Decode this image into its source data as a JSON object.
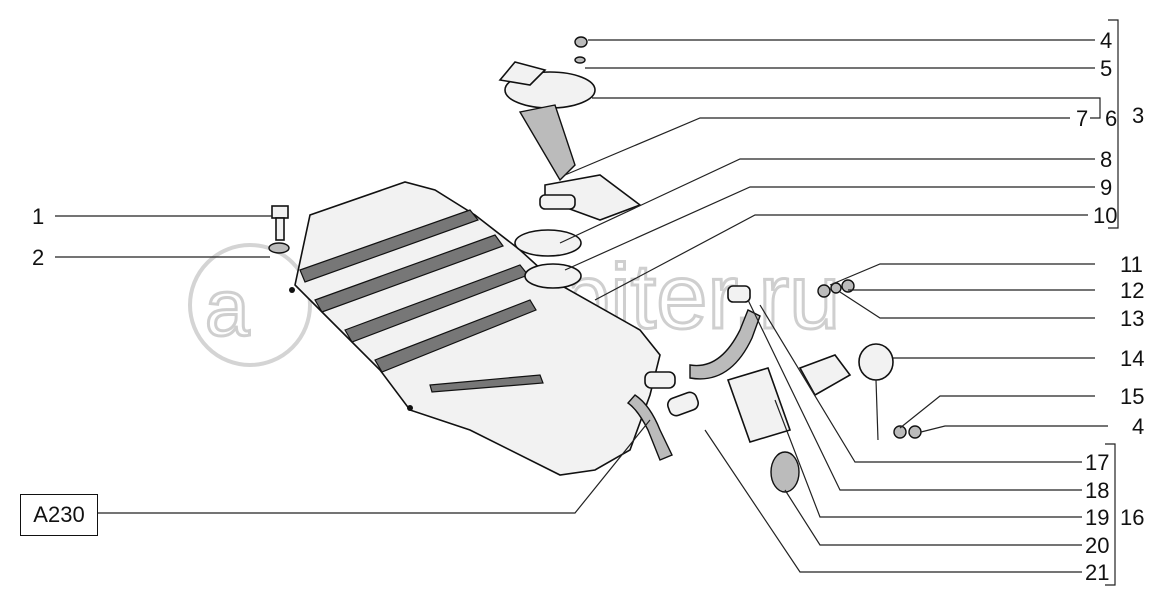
{
  "diagram": {
    "watermark": "autopiter.ru",
    "reference_code": "A230",
    "left_callouts": [
      "1",
      "2"
    ],
    "right_callouts": {
      "c4a": "4",
      "c5": "5",
      "c7": "7",
      "c6": "6",
      "c3": "3",
      "c8": "8",
      "c9": "9",
      "c10": "10",
      "c11": "11",
      "c12": "12",
      "c13": "13",
      "c14": "14",
      "c15": "15",
      "c4b": "4",
      "c17": "17",
      "c18": "18",
      "c19": "19",
      "c20": "20",
      "c21": "21",
      "c16": "16"
    }
  }
}
